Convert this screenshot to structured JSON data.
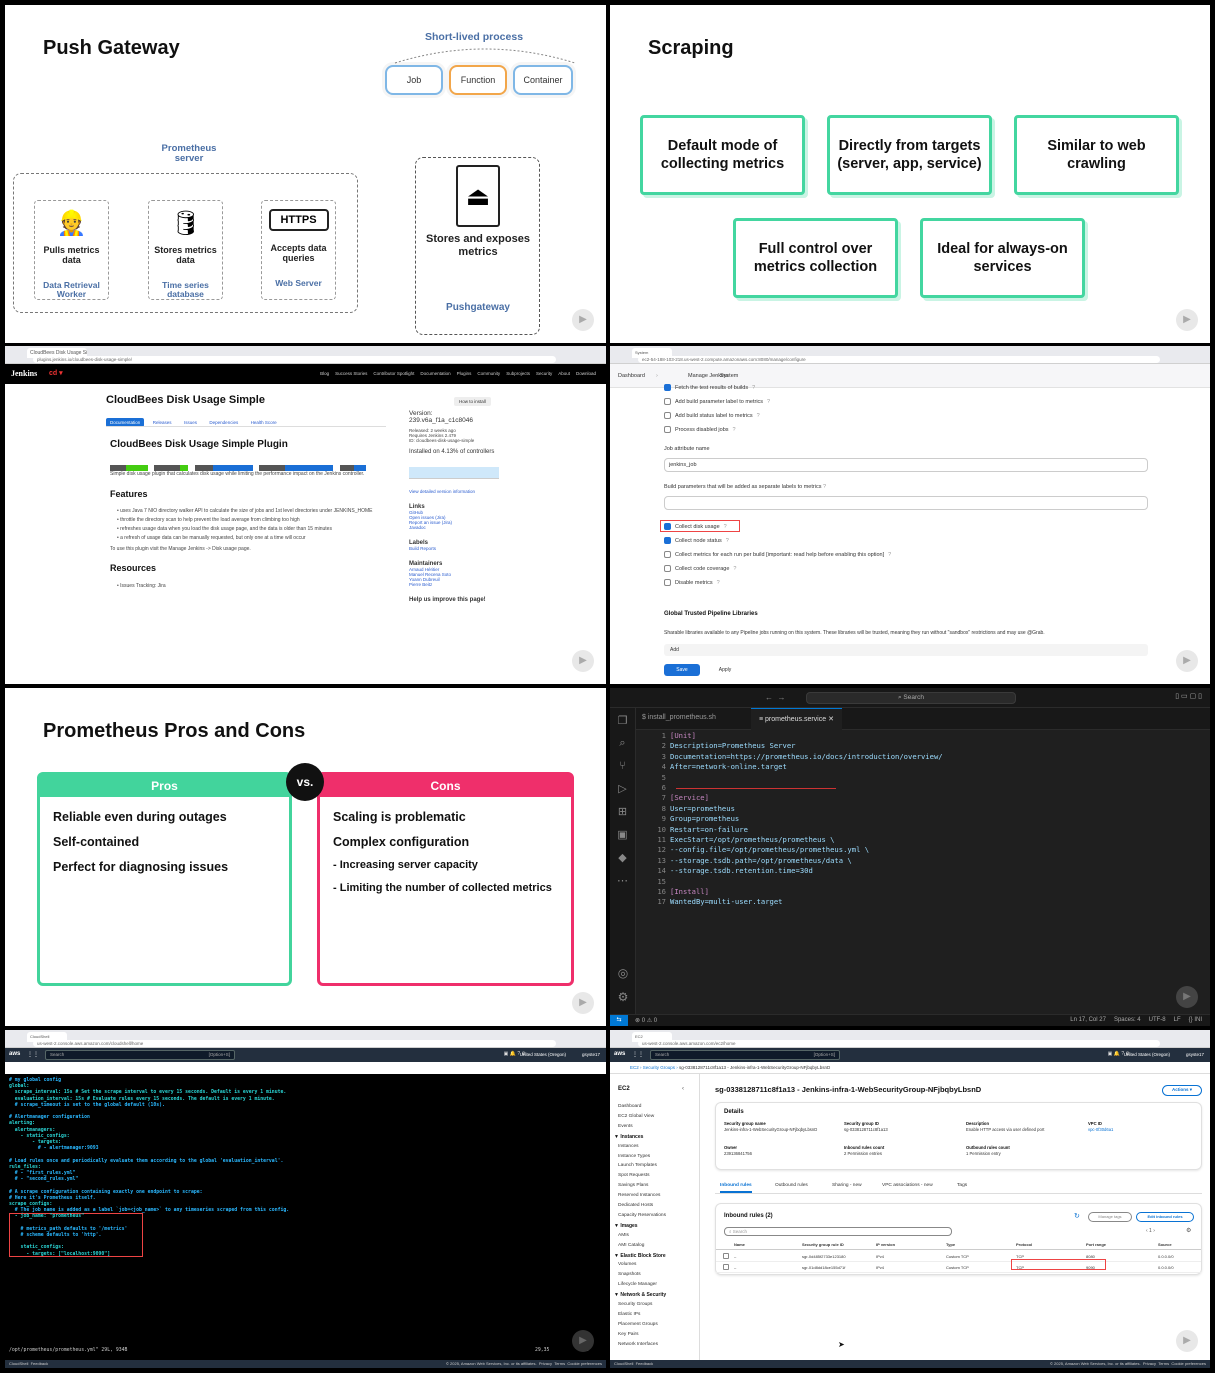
{
  "slide1": {
    "title": "Push Gateway",
    "short_lived_label": "Short-lived process",
    "pills": [
      "Job",
      "Function",
      "Container"
    ],
    "prometheus_label": "Prometheus server",
    "cards": [
      {
        "label": "Pulls metrics data",
        "sub": "Data Retrieval Worker"
      },
      {
        "label": "Stores metrics data",
        "sub": "Time series database"
      },
      {
        "label": "Accepts data queries",
        "sub": "Web Server",
        "badge": "HTTPS"
      }
    ],
    "pushgateway_text": "Stores and exposes metrics",
    "pushgateway_label": "Pushgateway"
  },
  "slide2": {
    "title": "Scraping",
    "boxes": [
      "Default mode of collecting metrics",
      "Directly from targets (server, app, service)",
      "Similar to web crawling",
      "Full control over metrics collection",
      "Ideal for always-on services"
    ]
  },
  "slide3": {
    "tab": "CloudBees Disk Usage Sim",
    "url": "plugins.jenkins.io/cloudbees-disk-usage-simple/",
    "brand": "Jenkins",
    "nav": [
      "Blog",
      "Success Stories",
      "Contributor Spotlight",
      "Documentation",
      "Plugins",
      "Community",
      "Subprojects",
      "Security",
      "About",
      "Download"
    ],
    "page_title": "CloudBees Disk Usage Simple",
    "subtabs": [
      "Documentation",
      "Releases",
      "Issues",
      "Dependencies",
      "Health Score"
    ],
    "how_to_install": "How to install",
    "plugin_title": "CloudBees Disk Usage Simple Plugin",
    "description": "Simple disk usage plugin that calculates disk usage while limiting the performance impact on the Jenkins controller.",
    "features_heading": "Features",
    "features": [
      "uses Java 7 NIO directory walker API to calculate the size of jobs and 1st level directories under JENKINS_HOME",
      "throttle the directory scan to help prevent the load average from climbing too high",
      "refreshes usage data when you load the disk usage page, and the data is older than 15 minutes",
      "a refresh of usage data can be manually requested, but only one at a time will occur"
    ],
    "usage_note": "To use this plugin visit the Manage Jenkins -> Disk usage page.",
    "resources_heading": "Resources",
    "resources_item": "Issues Tracking: Jira",
    "version_label": "Version:",
    "version": "239.v6a_f1a_c1c8046",
    "released": "Released: 2 weeks ago",
    "requires": "Requires Jenkins 2.479",
    "plugin_id": "ID: cloudbees-disk-usage-simple",
    "installed": "Installed on 4.13% of controllers",
    "version_info_link": "View detailed version information",
    "links_heading": "Links",
    "links": [
      "GitHub",
      "Open issues (Jira)",
      "Report an issue (Jira)",
      "Javadoc"
    ],
    "labels_heading": "Labels",
    "labels": [
      "Build Reports"
    ],
    "maintainers_heading": "Maintainers",
    "maintainers": [
      "Arnaud Héritier",
      "Manuel Recena Soto",
      "Yoann Dubreuil",
      "Pierre Beitz"
    ],
    "help_text": "Help us improve this page!"
  },
  "slide4": {
    "url": "ec2-54-188-103-218.us-west-2.compute.amazonaws.com:8080/manage/configure",
    "breadcrumbs": [
      "Dashboard",
      "Manage Jenkins",
      "System"
    ],
    "checks": [
      {
        "label": "Fetch the test results of builds",
        "on": true
      },
      {
        "label": "Add build parameter label to metrics",
        "on": false
      },
      {
        "label": "Add build status label to metrics",
        "on": false
      },
      {
        "label": "Process disabled jobs",
        "on": false
      }
    ],
    "job_attr_label": "Job attribute name",
    "job_attr_value": "jenkins_job",
    "build_params_label": "Build parameters that will be added as separate labels to metrics",
    "checks2": [
      {
        "label": "Collect disk usage",
        "on": true
      },
      {
        "label": "Collect node status",
        "on": true
      },
      {
        "label": "Collect metrics for each run per build [important: read help before enabling this option]",
        "on": false
      },
      {
        "label": "Collect code coverage",
        "on": false
      },
      {
        "label": "Disable metrics",
        "on": false
      }
    ],
    "gtpl_heading": "Global Trusted Pipeline Libraries",
    "gtpl_desc": "Sharable libraries available to any Pipeline jobs running on this system. These libraries will be trusted, meaning they run without \"sandbox\" restrictions and may use @Grab.",
    "add_label": "Add",
    "save_label": "Save",
    "apply_label": "Apply"
  },
  "slide5": {
    "title": "Prometheus Pros and Cons",
    "pros_head": "Pros",
    "cons_head": "Cons",
    "vs": "vs.",
    "pros": [
      "Reliable even during outages",
      "Self-contained",
      "Perfect for diagnosing issues"
    ],
    "cons": [
      "Scaling is problematic",
      "Complex configuration",
      "- Increasing server capacity",
      "- Limiting the number of collected metrics"
    ]
  },
  "slide6": {
    "search": "Search",
    "tabs": [
      "install_prometheus.sh",
      "prometheus.service"
    ],
    "lines": [
      "[Unit]",
      "Description=Prometheus Server",
      "Documentation=https://prometheus.io/docs/introduction/overview/",
      "After=network-online.target",
      "",
      "",
      "[Service]",
      "User=prometheus",
      "Group=prometheus",
      "Restart=on-failure",
      "ExecStart=/opt/prometheus/prometheus \\",
      "--config.file=/opt/prometheus/prometheus.yml \\",
      "--storage.tsdb.path=/opt/prometheus/data \\",
      "--storage.tsdb.retention.time=30d",
      "",
      "[Install]",
      "WantedBy=multi-user.target"
    ],
    "status_left": "⊗ 0 ⚠ 0",
    "status_right": [
      "Ln 17, Col 27",
      "Spaces: 4",
      "UTF-8",
      "LF",
      "{} INI"
    ]
  },
  "slide7": {
    "search": "Search",
    "shortcut": "[Option+S]",
    "region": "United States (Oregon)",
    "user": "gsyste17",
    "lines": [
      "# my global config",
      "global:",
      "  scrape_interval: 15s # Set the scrape interval to every 15 seconds. Default is every 1 minute.",
      "  evaluation_interval: 15s # Evaluate rules every 15 seconds. The default is every 1 minute.",
      "  # scrape_timeout is set to the global default (10s).",
      "",
      "# Alertmanager configuration",
      "alerting:",
      "  alertmanagers:",
      "    - static_configs:",
      "        - targets:",
      "          # - alertmanager:9093",
      "",
      "# Load rules once and periodically evaluate them according to the global 'evaluation_interval'.",
      "rule_files:",
      "  # - \"first_rules.yml\"",
      "  # - \"second_rules.yml\"",
      "",
      "# A scrape configuration containing exactly one endpoint to scrape:",
      "# Here it's Prometheus itself.",
      "scrape_configs:",
      "  # The job name is added as a label `job=<job_name>` to any timeseries scraped from this config.",
      "  - job_name: \"prometheus\"",
      "",
      "    # metrics_path defaults to '/metrics'",
      "    # scheme defaults to 'http'.",
      "",
      "    static_configs:",
      "      - targets: [\"localhost:9090\"]"
    ],
    "status_file": "/opt/prometheus/prometheus.yml\" 29L, 934B",
    "status_pos": "29,35",
    "status_all": "All",
    "footer_left": [
      "CloudShell",
      "Feedback"
    ],
    "footer_right": [
      "© 2025, Amazon Web Services, Inc. or its affiliates.",
      "Privacy",
      "Terms",
      "Cookie preferences"
    ]
  },
  "slide8": {
    "search": "Search",
    "shortcut": "[Option+S]",
    "region": "United States (Oregon)",
    "user": "gsyste17",
    "breadcrumbs": [
      "EC2",
      "Security Groups",
      "sg-0338128711c8f1a13 - Jenkins-infra-1-WebSecurityGroup-NFjbqbyLbsnD"
    ],
    "sidebar_title": "EC2",
    "sidebar": [
      {
        "t": "Dashboard",
        "h": false
      },
      {
        "t": "EC2 Global View",
        "h": false
      },
      {
        "t": "Events",
        "h": false
      },
      {
        "t": "▼ Instances",
        "h": true
      },
      {
        "t": "Instances",
        "h": false
      },
      {
        "t": "Instance Types",
        "h": false
      },
      {
        "t": "Launch Templates",
        "h": false
      },
      {
        "t": "Spot Requests",
        "h": false
      },
      {
        "t": "Savings Plans",
        "h": false
      },
      {
        "t": "Reserved Instances",
        "h": false
      },
      {
        "t": "Dedicated Hosts",
        "h": false
      },
      {
        "t": "Capacity Reservations",
        "h": false
      },
      {
        "t": "▼ Images",
        "h": true
      },
      {
        "t": "AMIs",
        "h": false
      },
      {
        "t": "AMI Catalog",
        "h": false
      },
      {
        "t": "▼ Elastic Block Store",
        "h": true
      },
      {
        "t": "Volumes",
        "h": false
      },
      {
        "t": "Snapshots",
        "h": false
      },
      {
        "t": "Lifecycle Manager",
        "h": false
      },
      {
        "t": "▼ Network & Security",
        "h": true
      },
      {
        "t": "Security Groups",
        "h": false
      },
      {
        "t": "Elastic IPs",
        "h": false
      },
      {
        "t": "Placement Groups",
        "h": false
      },
      {
        "t": "Key Pairs",
        "h": false
      },
      {
        "t": "Network Interfaces",
        "h": false
      }
    ],
    "heading": "sg-0338128711c8f1a13 - Jenkins-infra-1-WebSecurityGroup-NFjbqbyLbsnD",
    "actions": "Actions ▾",
    "details_heading": "Details",
    "details": [
      {
        "k": "Security group name",
        "v": "Jenkins-infra-1-WebSecurityGroup-NFjbqbyLbsnD"
      },
      {
        "k": "Security group ID",
        "v": "sg-0338128711c8f1a13"
      },
      {
        "k": "Description",
        "v": "Enable HTTP access via user defined port"
      },
      {
        "k": "VPC ID",
        "v": "vpc-0f30d6a1"
      },
      {
        "k": "Owner",
        "v": "239136841756"
      },
      {
        "k": "Inbound rules count",
        "v": "2 Permission entries"
      },
      {
        "k": "Outbound rules count",
        "v": "1 Permission entry"
      }
    ],
    "tabs": [
      "Inbound rules",
      "Outbound rules",
      "Sharing - new",
      "VPC associations - new",
      "Tags"
    ],
    "inbound_title": "Inbound rules (2)",
    "manage_tags": "Manage tags",
    "edit_inbound": "Edit inbound rules",
    "table_search": "Search",
    "columns": [
      "Name",
      "Security group rule ID",
      "IP version",
      "Type",
      "Protocol",
      "Port range",
      "Source"
    ],
    "rows": [
      [
        "–",
        "sgr-0d485f2733e123180",
        "IPv4",
        "Custom TCP",
        "TCP",
        "8080",
        "0.0.0.0/0"
      ],
      [
        "–",
        "sgr-01d8dd18ce155d71f",
        "IPv4",
        "Custom TCP",
        "TCP",
        "9090",
        "0.0.0.0/0"
      ]
    ],
    "pager": "‹  1  ›",
    "footer_left": [
      "CloudShell",
      "Feedback"
    ],
    "footer_right": [
      "© 2025, Amazon Web Services, Inc. or its affiliates.",
      "Privacy",
      "Terms",
      "Cookie preferences"
    ]
  },
  "colors": {
    "teal": "#43d6a0",
    "pink": "#ef2f6b",
    "jenkins_blue": "#1a6fd6",
    "aws_dark": "#232f3e"
  }
}
